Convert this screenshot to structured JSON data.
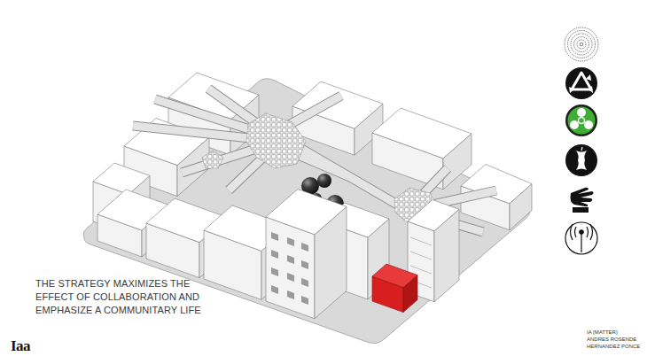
{
  "diagram": {
    "caption": "THE STRATEGY MAXIMIZES THE EFFECT OF COLLABORATION AND EMPHASIZE A COMMUNITARY LIFE",
    "labels": [
      "Iaa",
      "IA [MATTER]",
      "ANDRES ROSENDE",
      "HERNANDEZ PONCE"
    ]
  }
}
